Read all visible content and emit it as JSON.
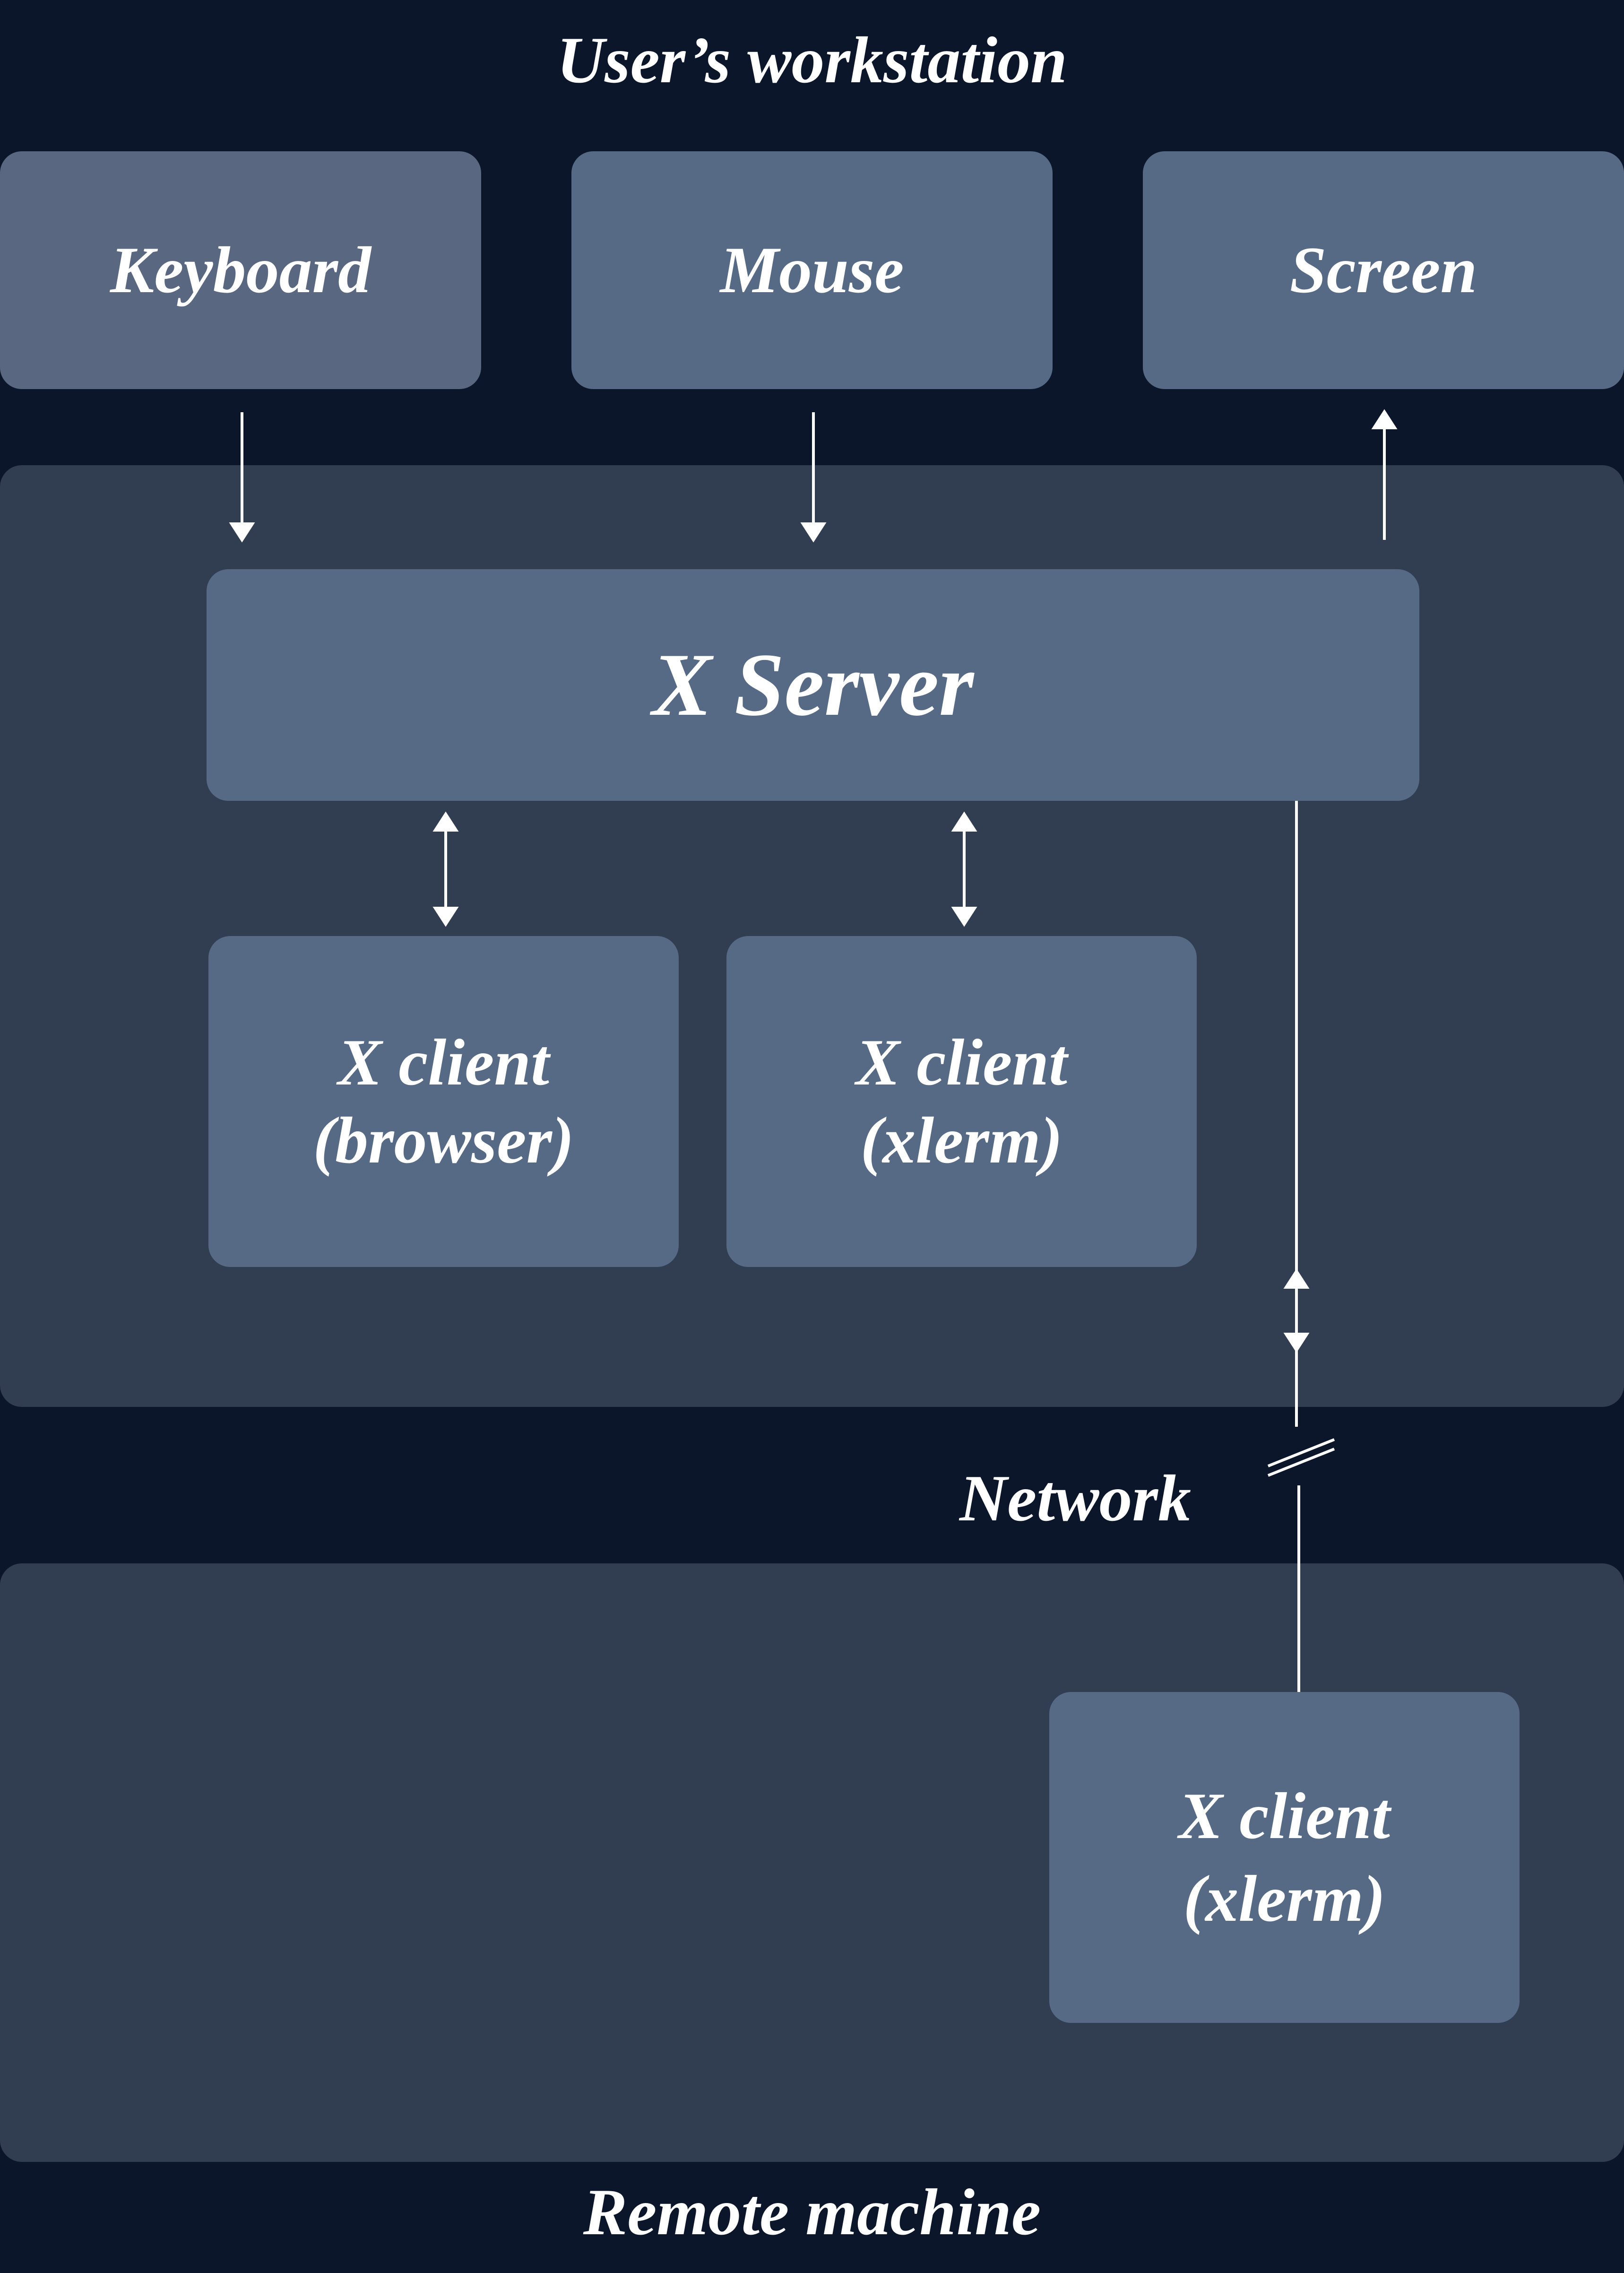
{
  "titles": {
    "top": "User’s workstation",
    "bottom": "Remote machine",
    "network": "Network"
  },
  "devices": {
    "keyboard": "Keyboard",
    "mouse": "Mouse",
    "screen": "Screen"
  },
  "server": {
    "label": "X Server"
  },
  "clients": [
    {
      "line1": "X client",
      "line2": "(browser)"
    },
    {
      "line1": "X client",
      "line2": "(xlerm)"
    },
    {
      "line1": "X client",
      "line2": "(xlerm)"
    }
  ],
  "colors": {
    "background": "#0c162a",
    "panel": "#313d51",
    "box": "#576a85",
    "text": "#ffffff"
  }
}
